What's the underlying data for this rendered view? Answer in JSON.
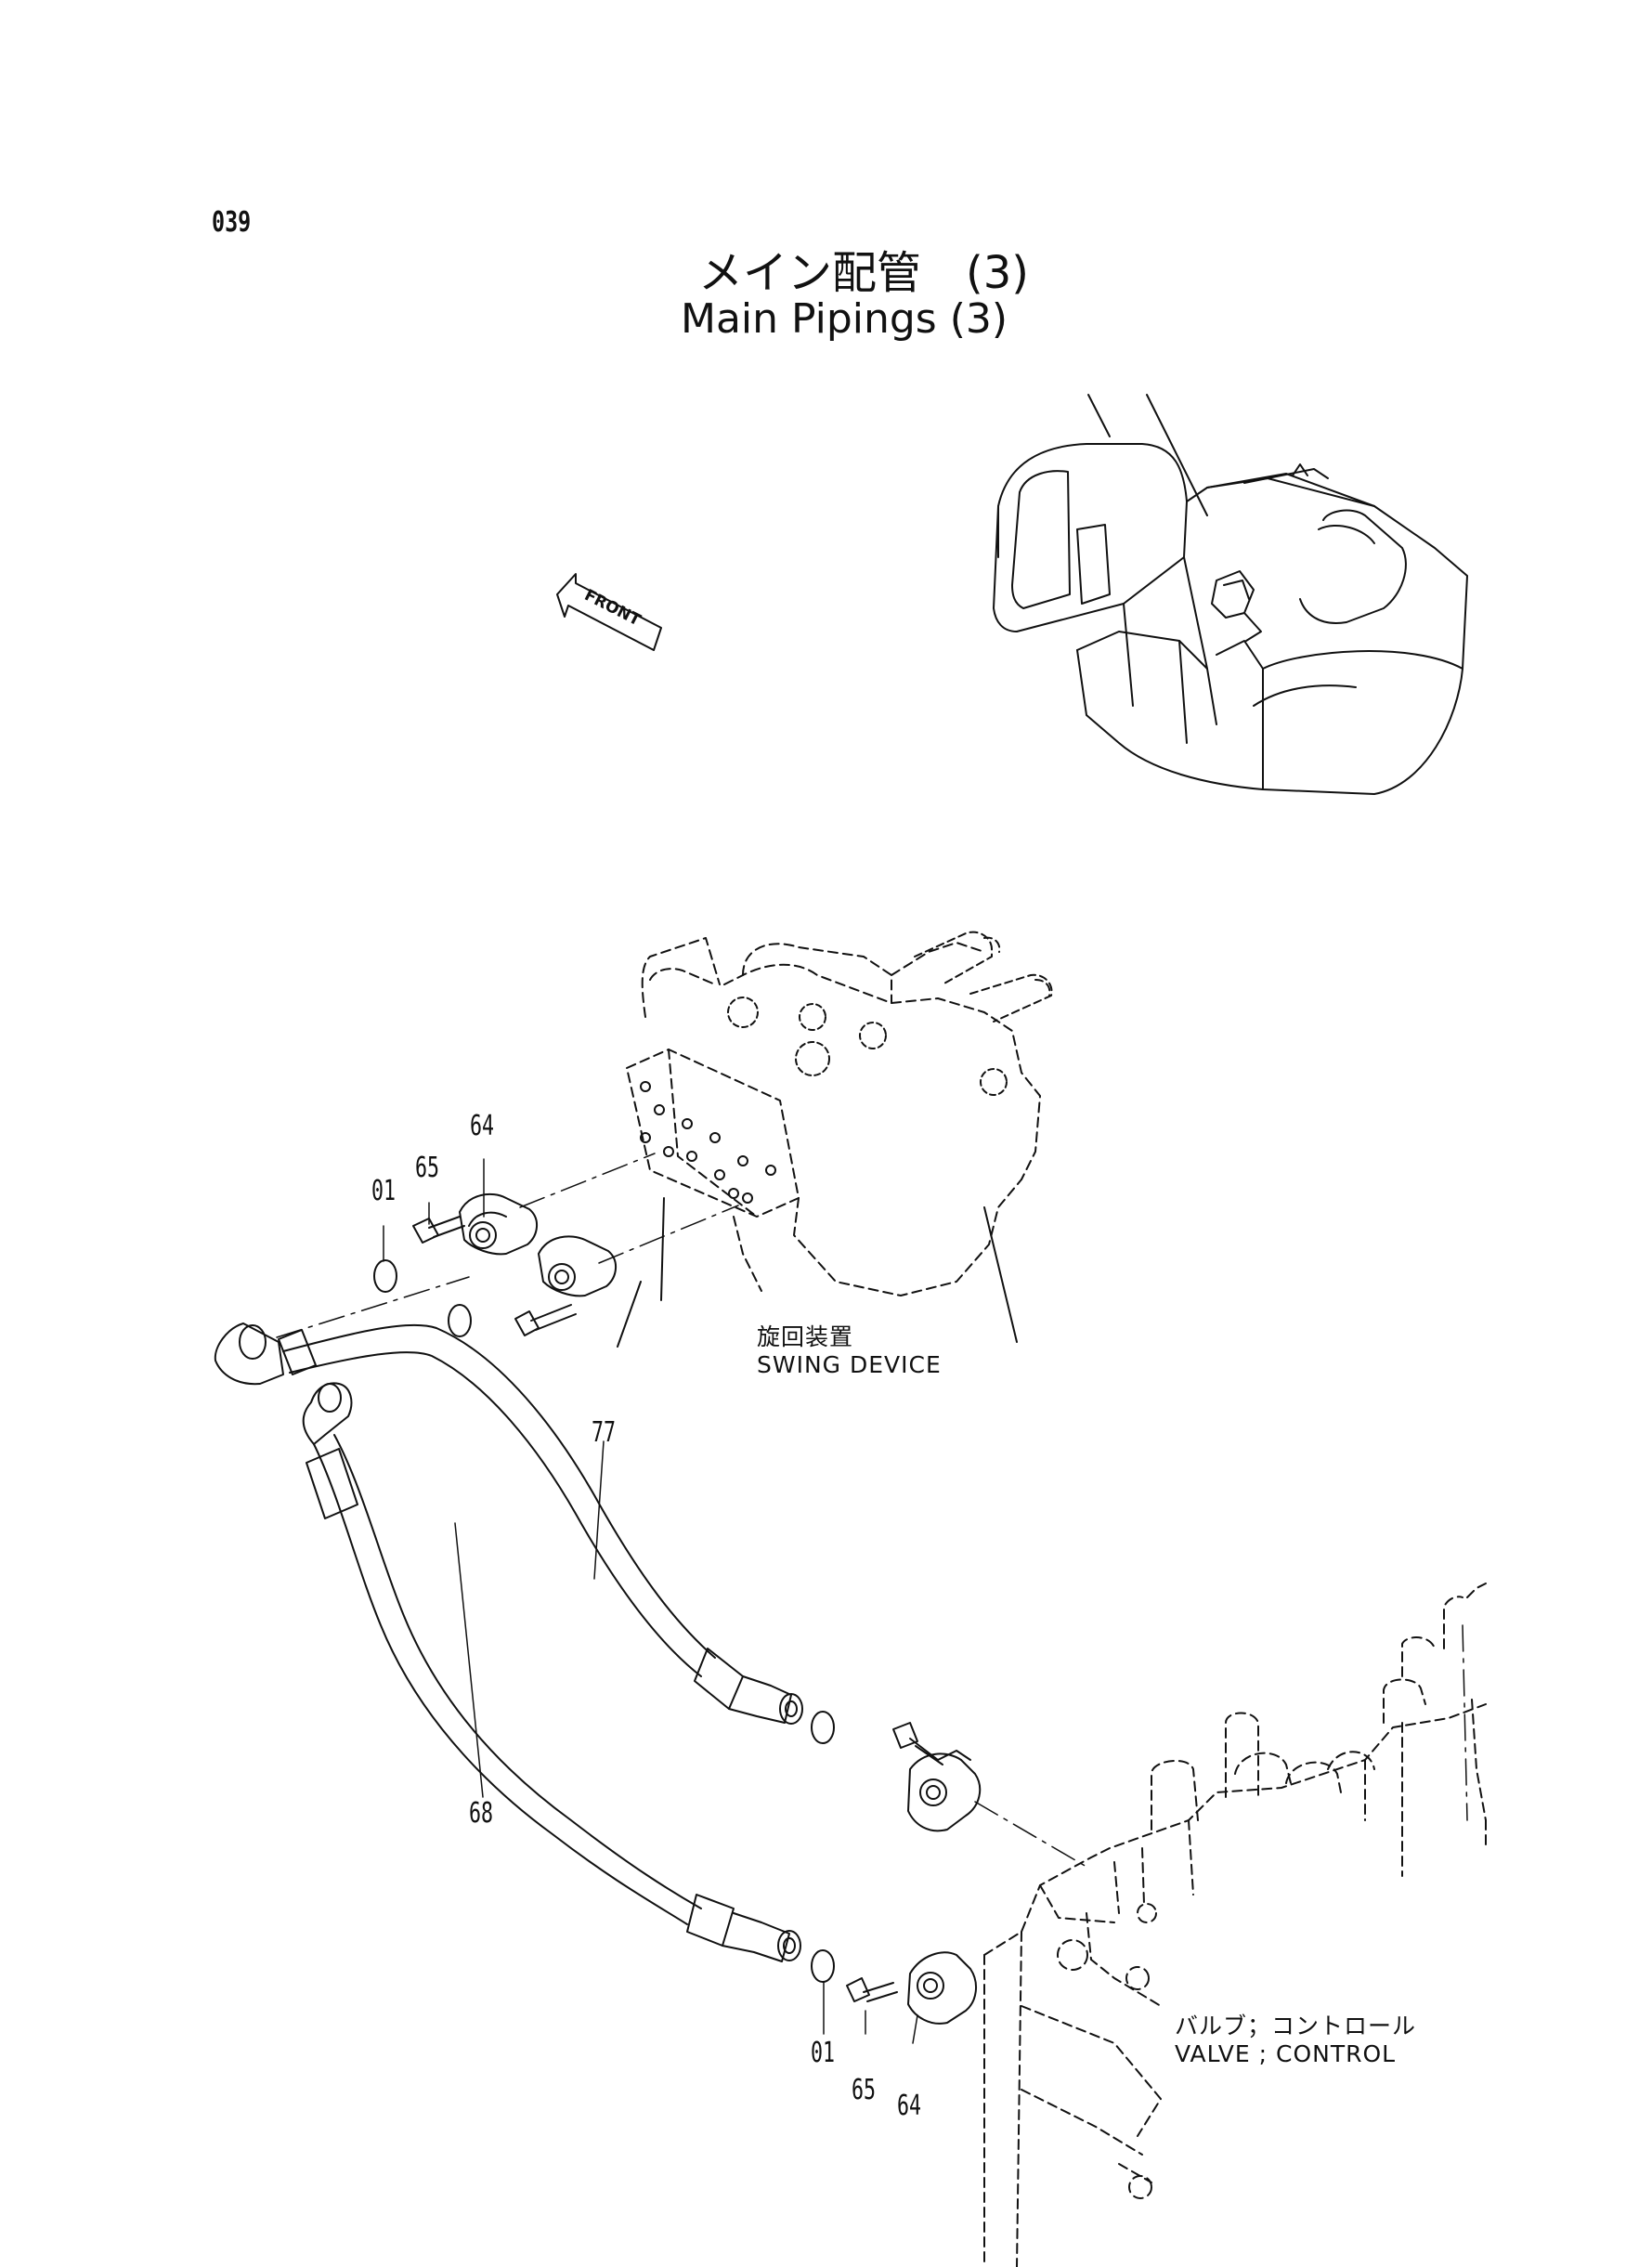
{
  "page_number": "039",
  "title": {
    "jp": "メイン配管　(3)",
    "en": "Main Pipings (3)"
  },
  "direction_marker": "FRONT",
  "callouts": {
    "c64_upper": "64",
    "c65_upper": "65",
    "c01_upper": "01",
    "c77": "77",
    "c68": "68",
    "c01_lower": "01",
    "c65_lower": "65",
    "c64_lower": "64"
  },
  "labels": {
    "swing_device_jp": "旋回装置",
    "swing_device_en": "SWING DEVICE",
    "valve_control_jp": "バルブ；コントロール",
    "valve_control_en": "VALVE ; CONTROL"
  },
  "colors": {
    "ink": "#111111",
    "paper": "#ffffff"
  }
}
